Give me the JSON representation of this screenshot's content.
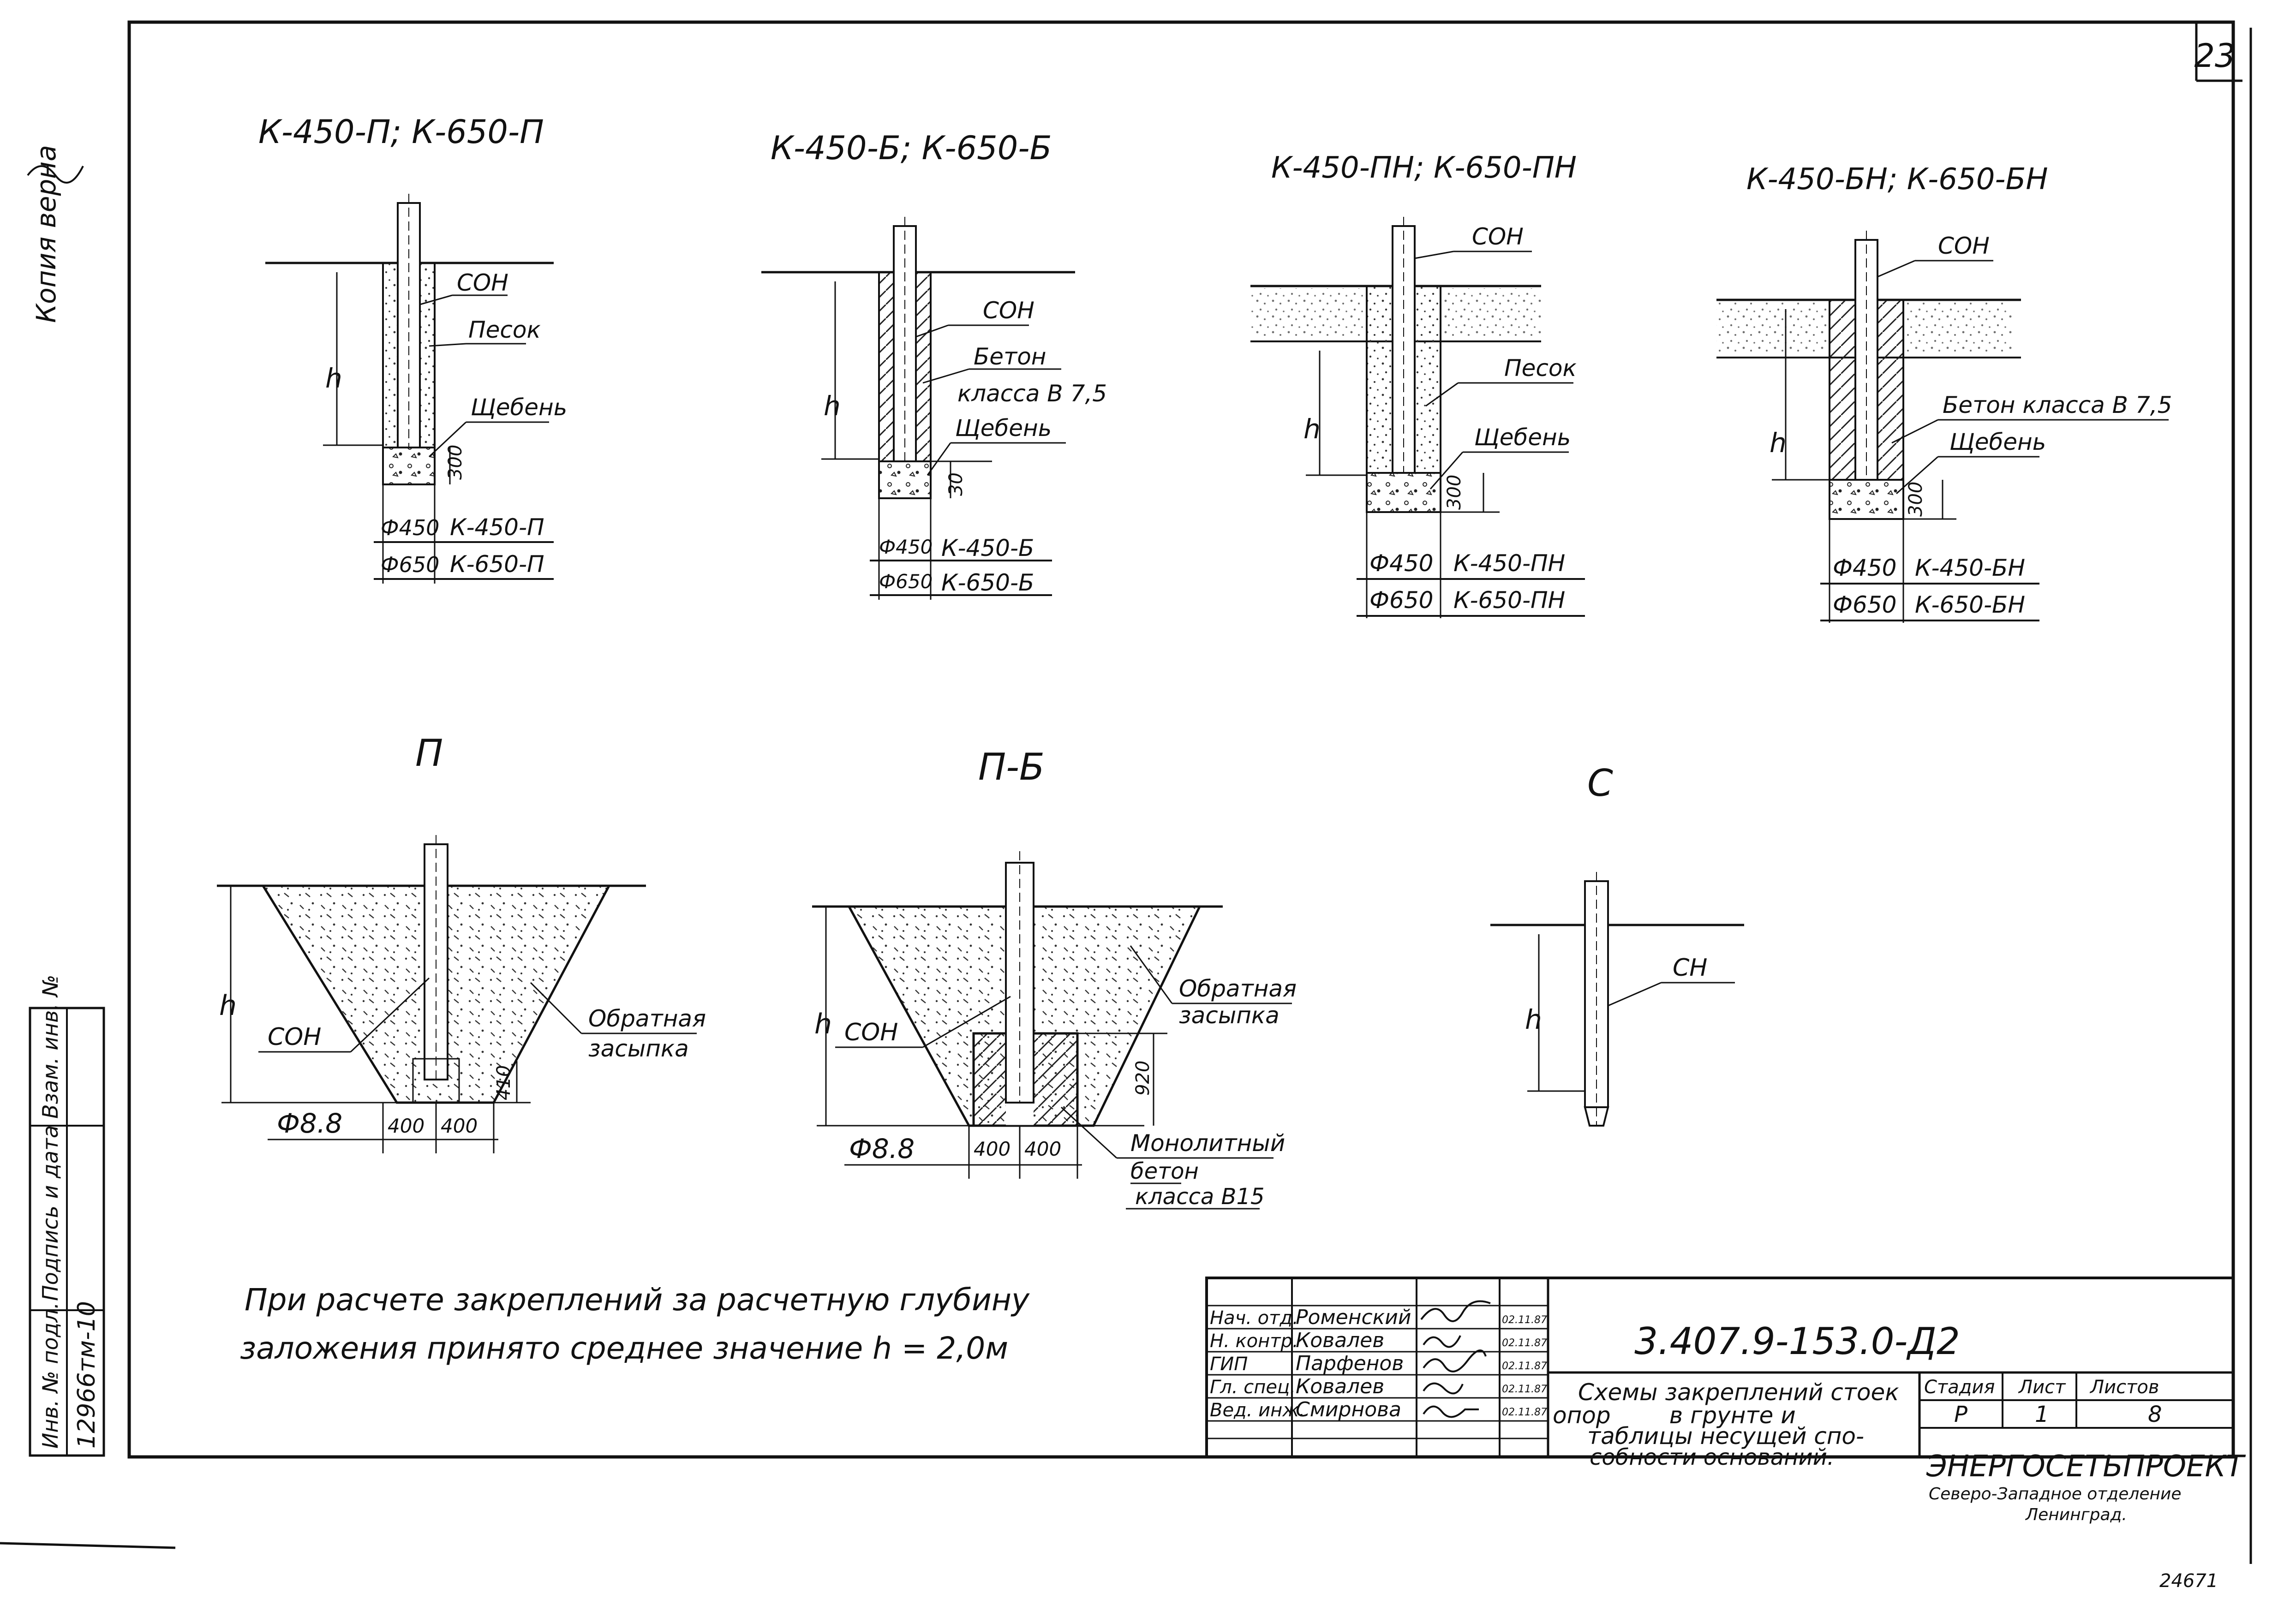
{
  "margin": {
    "copy_note": "Копия верна",
    "stamp_labels": [
      "Инв. № подл.",
      "Подпись и дата",
      "Взам. инв. №"
    ],
    "inventory_number": "12966тм-10"
  },
  "sheet_number": "23",
  "top_row": [
    {
      "title": "К-450-П; К-650-П",
      "callouts": [
        "СОН",
        "Песок",
        "Щебень"
      ],
      "depth_label": "h",
      "dim_label": "300",
      "table": [
        [
          "Ф450",
          "К-450-П"
        ],
        [
          "Ф650",
          "К-650-П"
        ]
      ]
    },
    {
      "title": "К-450-Б; К-650-Б",
      "callouts": [
        "СОН",
        "Бетон",
        "класса В 7,5",
        "Щебень"
      ],
      "depth_label": "h",
      "dim_label": "30",
      "table": [
        [
          "Ф450",
          "К-450-Б"
        ],
        [
          "Ф650",
          "К-650-Б"
        ]
      ]
    },
    {
      "title": "К-450-ПН; К-650-ПН",
      "callouts": [
        "СОН",
        "Песок",
        "Щебень"
      ],
      "depth_label": "h",
      "dim_label": "300",
      "table": [
        [
          "Ф450",
          "К-450-ПН"
        ],
        [
          "Ф650",
          "К-650-ПН"
        ]
      ]
    },
    {
      "title": "К-450-БН; К-650-БН",
      "callouts": [
        "СОН",
        "Бетон класса В 7,5",
        "Щебень"
      ],
      "depth_label": "h",
      "dim_label": "300",
      "table": [
        [
          "Ф450",
          "К-450-БН"
        ],
        [
          "Ф650",
          "К-650-БН"
        ]
      ]
    }
  ],
  "bottom_row": [
    {
      "title": "П",
      "callouts": [
        "СОН",
        "Обратная",
        "засыпка"
      ],
      "depth_label": "h",
      "dim_left": "400",
      "dim_right": "400",
      "dim_side": "410",
      "diameter": "Ф8.8"
    },
    {
      "title": "П-Б",
      "callouts": [
        "СОН",
        "Обратная",
        "засыпка",
        "Монолитный",
        "бетон",
        "класса В15"
      ],
      "depth_label": "h",
      "dim_left": "400",
      "dim_right": "400",
      "dim_side": "920",
      "diameter": "Ф8.8"
    },
    {
      "title": "С",
      "callouts": [
        "СН"
      ],
      "depth_label": "h"
    }
  ],
  "note": {
    "line1": "При расчете закреплений за расчетную глубину",
    "line2": "заложения принято среднее значение h = 2,0м"
  },
  "title_block": {
    "roles": [
      {
        "role": "Нач. отд.",
        "name": "Роменский",
        "date": "02.11.87"
      },
      {
        "role": "Н. контр.",
        "name": "Ковалев",
        "date": "02.11.87"
      },
      {
        "role": "ГИП",
        "name": "Парфенов",
        "date": "02.11.87"
      },
      {
        "role": "Гл. спец.",
        "name": "Ковалев",
        "date": "02.11.87"
      },
      {
        "role": "Вед. инж.",
        "name": "Смирнова",
        "date": "02.11.87"
      }
    ],
    "document_code": "3.407.9-153.0-Д2",
    "description": [
      "Схемы закреплений стоек",
      "опор        в грунте и",
      "таблицы несущей спо-",
      "собности оснований."
    ],
    "stage_header": [
      "Стадия",
      "Лист",
      "Листов"
    ],
    "stage_values": [
      "Р",
      "1",
      "8"
    ],
    "org_name": "ЭНЕРГОСЕТЬПРОЕКТ",
    "org_sub1": "Северо-Западное отделение",
    "org_sub2": "Ленинград."
  },
  "footer_number": "24671"
}
